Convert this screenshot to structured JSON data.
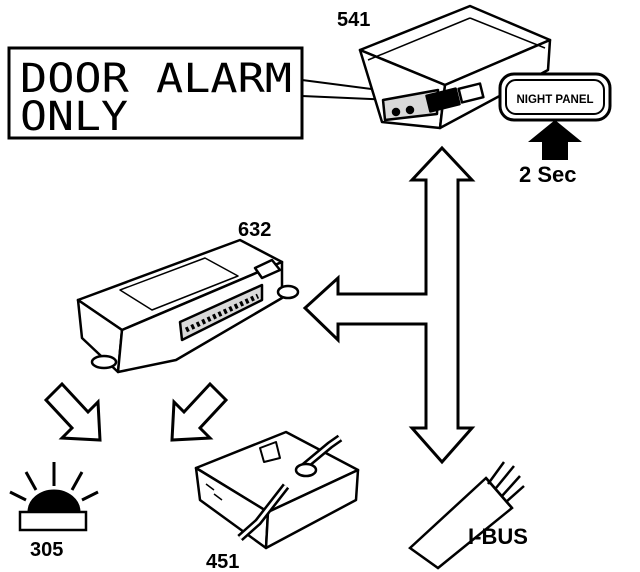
{
  "labels": {
    "cluster_id": "541",
    "lcd_line1": "DOOR ALARM",
    "lcd_line2": "ONLY",
    "button_label": "NIGHT PANEL",
    "press_time": "2 Sec",
    "module_id": "632",
    "light_id": "305",
    "control_unit_id": "451",
    "bus_label": "I-BUS"
  },
  "colors": {
    "ink": "#000000",
    "paper": "#ffffff",
    "fill_gray": "#d9d9d9"
  }
}
